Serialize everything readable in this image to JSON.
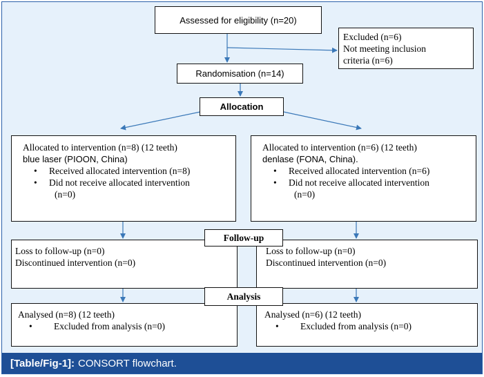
{
  "boxes": {
    "eligibility": "Assessed for eligibility (n=20)",
    "excluded": [
      "Excluded (n=6)",
      "Not meeting inclusion",
      "criteria (n=6)"
    ],
    "randomisation": "Randomisation (n=14)",
    "allocation": "Allocation",
    "follow_up": "Follow-up",
    "analysis": "Analysis"
  },
  "left_arm": {
    "allocated": "Allocated to intervention (n=8) (12 teeth)",
    "device": "blue laser (PIOON, China)",
    "received": "Received allocated intervention (n=8)",
    "not_received_1": "Did not receive allocated intervention",
    "not_received_2": "(n=0)",
    "loss": "Loss to follow-up (n=0)",
    "discontinued": "Discontinued intervention (n=0)",
    "analysed": "Analysed (n=8) (12 teeth)",
    "excluded_analysis": "Excluded from analysis (n=0)"
  },
  "right_arm": {
    "allocated": "Allocated to intervention (n=6) (12 teeth)",
    "device": "denlase (FONA, China).",
    "received": "Received allocated intervention (n=6)",
    "not_received_1": "Did not receive allocated intervention",
    "not_received_2": "(n=0)",
    "loss": "Loss to follow-up (n=0)",
    "discontinued": "Discontinued intervention (n=0)",
    "analysed": "Analysed (n=6) (12 teeth)",
    "excluded_analysis": "Excluded from analysis (n=0)"
  },
  "caption": {
    "tag": "[Table/Fig-1]:",
    "text": "CONSORT flowchart."
  },
  "colors": {
    "background": "#e6f1fb",
    "arrow": "#3a78b8",
    "caption_bar": "#1e4f96"
  }
}
